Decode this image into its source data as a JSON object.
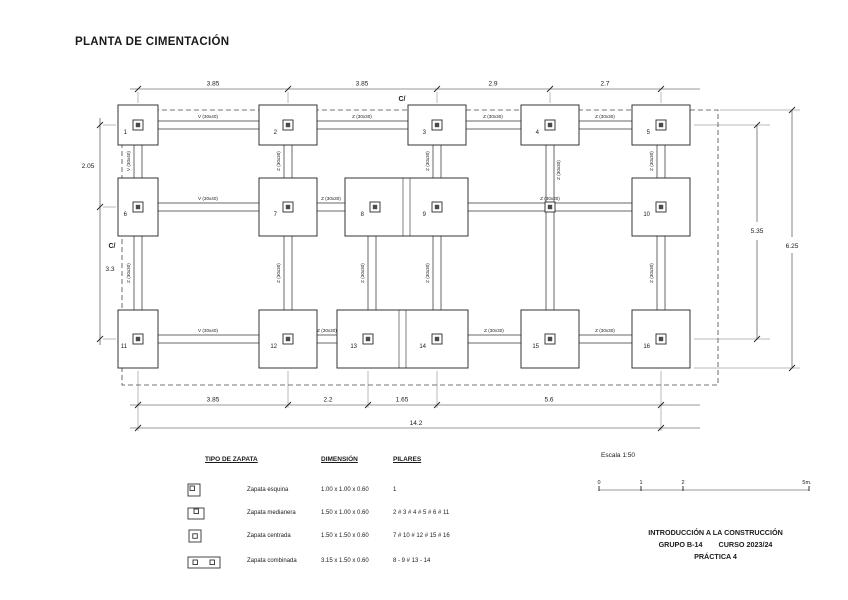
{
  "page": {
    "title": "PLANTA DE CIMENTACIÓN"
  },
  "plan": {
    "section_label_top": "C/",
    "section_label_left": "C/",
    "dims_top": [
      "3.85",
      "3.85",
      "2.9",
      "2.7"
    ],
    "dims_left": [
      "2.05",
      "3.3"
    ],
    "dims_right": [
      "5.35",
      "6.25"
    ],
    "dims_bottom": [
      "3.85",
      "2.2",
      "1.65",
      "5.6"
    ],
    "dim_total_bottom": "14.2",
    "pillar_numbers": [
      "1",
      "2",
      "3",
      "4",
      "5",
      "6",
      "7",
      "8",
      "9",
      "10",
      "11",
      "12",
      "13",
      "14",
      "15",
      "16"
    ],
    "beam_labels_row1": [
      "V (30x40)",
      "Z (30x30)",
      "Z (30x30)",
      "Z (30x30)"
    ],
    "beam_labels_row2": [
      "V (30x40)",
      "Z (30x30)",
      "Z (30x30)"
    ],
    "beam_labels_row3": [
      "V (30x40)",
      "Z (30x30)",
      "Z (30x30)",
      "Z (30x30)"
    ],
    "beam_labels_col_top": [
      "V (30x40)",
      "Z (30x30)",
      "Z (30x30)",
      "Z (30x30)",
      "Z (30x30)"
    ],
    "beam_labels_col_bottom": [
      "Z (30x30)",
      "Z (30x30)",
      "Z (30x30)",
      "Z (30x30)",
      "Z (30x30)"
    ]
  },
  "legend": {
    "header_tipo": "TIPO DE ZAPATA",
    "header_dimension": "DIMENSIÓN",
    "header_pilares": "PILARES",
    "rows": [
      {
        "tipo": "Zapata esquina",
        "dimension": "1.00 x 1.00 x 0.60",
        "pilares": "1"
      },
      {
        "tipo": "Zapata medianera",
        "dimension": "1.50 x 1.00 x 0.60",
        "pilares": "2 # 3 # 4 # 5 # 6 # 11"
      },
      {
        "tipo": "Zapata centrada",
        "dimension": "1.50 x 1.50 x 0.60",
        "pilares": "7 # 10 # 12 # 15 # 16"
      },
      {
        "tipo": "Zapata combinada",
        "dimension": "3.15 x 1.50 x 0.60",
        "pilares": "8 - 9 # 13 - 14"
      }
    ]
  },
  "scalebar": {
    "label": "Escala 1:50",
    "ticks": [
      "0",
      "1",
      "2",
      "5m."
    ]
  },
  "titleblock": {
    "line1": "INTRODUCCIÓN A LA CONSTRUCCIÓN",
    "grupo": "GRUPO B-14",
    "curso": "CURSO 2023/24",
    "practica": "PRÁCTICA 4"
  }
}
